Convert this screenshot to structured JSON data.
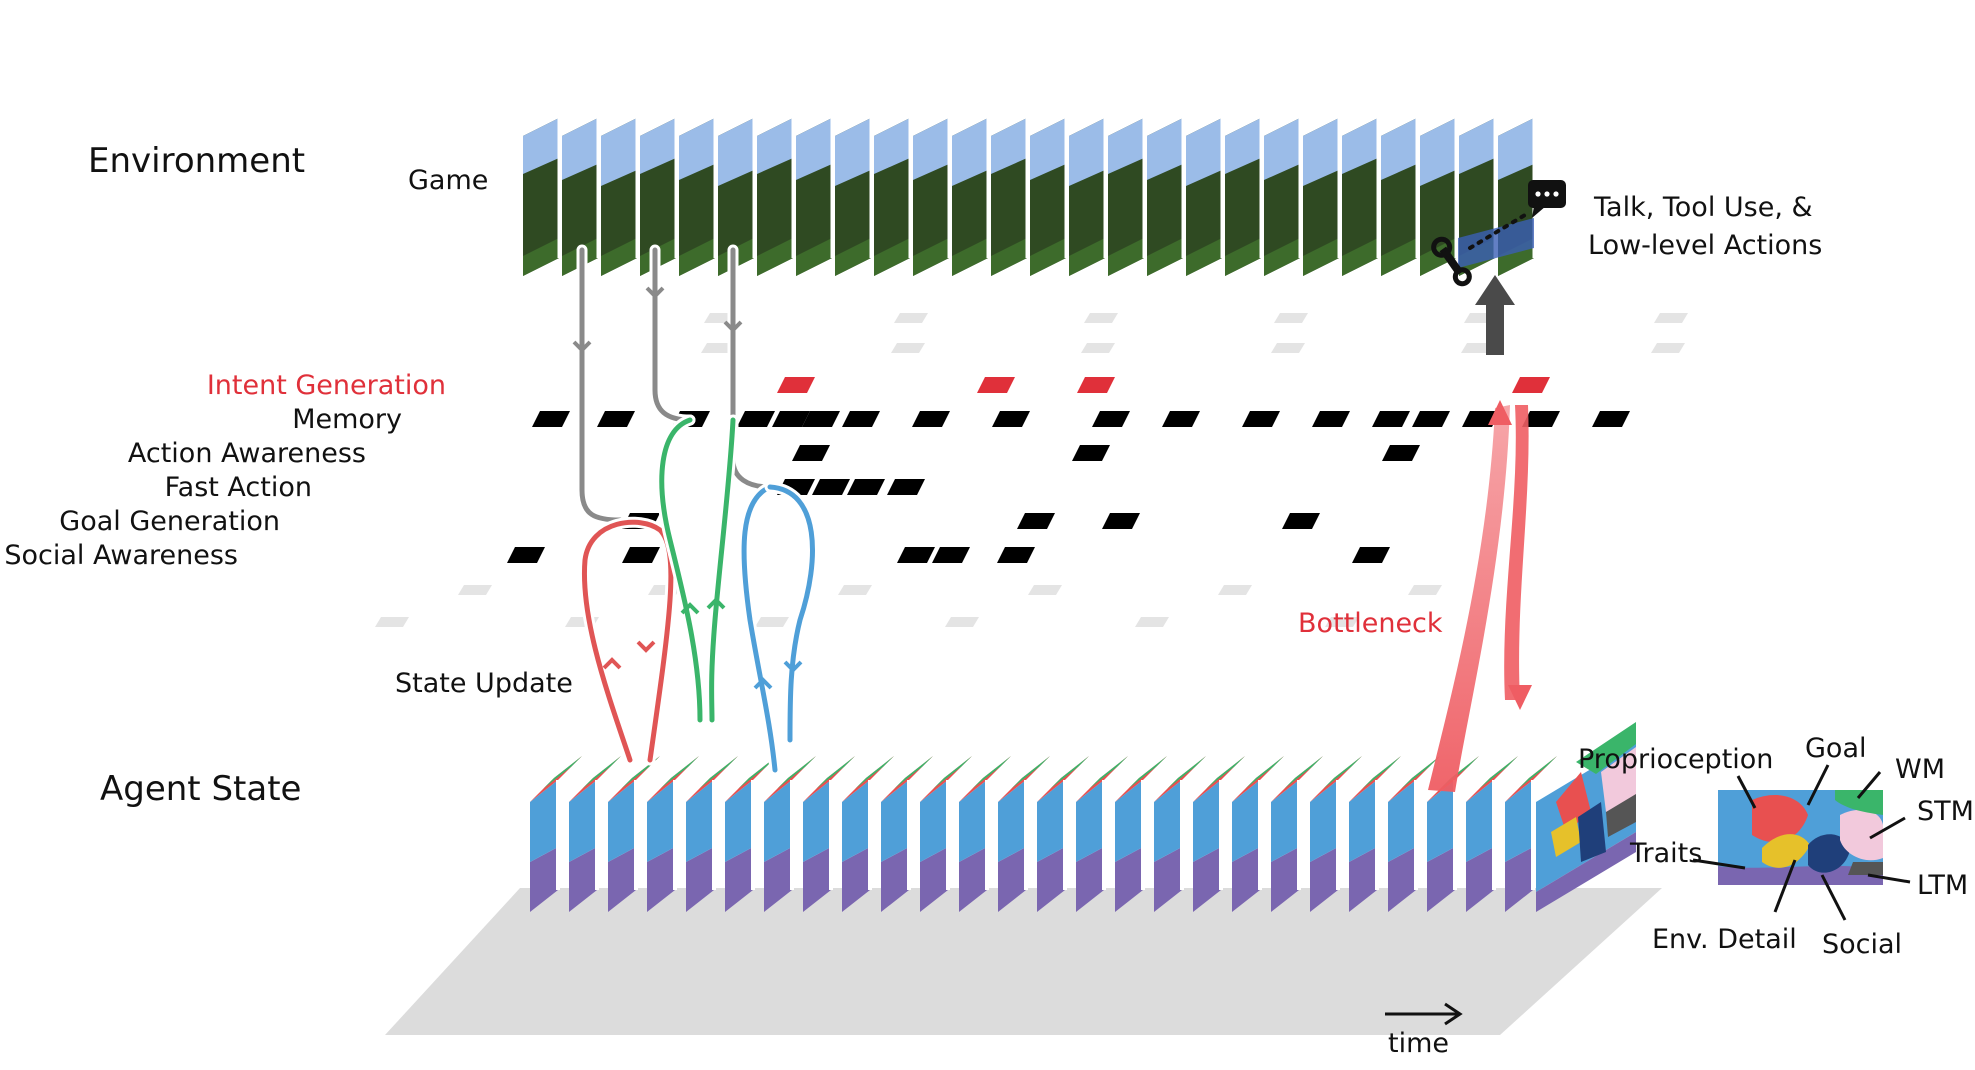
{
  "sections": {
    "environment": "Environment",
    "agent_state": "Agent State"
  },
  "labels": {
    "game": "Game",
    "state_update": "State Update",
    "bottleneck": "Bottleneck",
    "time": "time",
    "actions_line1": "Talk, Tool Use, &",
    "actions_line2": "Low-level Actions"
  },
  "processes": [
    {
      "label": "Intent Generation",
      "highlight": true
    },
    {
      "label": "Memory",
      "highlight": false
    },
    {
      "label": "Action Awareness",
      "highlight": false
    },
    {
      "label": "Fast Action",
      "highlight": false
    },
    {
      "label": "Goal Generation",
      "highlight": false
    },
    {
      "label": "Social Awareness",
      "highlight": false
    }
  ],
  "state_legend": {
    "items": [
      "Proprioception",
      "Goal",
      "WM",
      "STM",
      "Traits",
      "LTM",
      "Env. Detail",
      "Social"
    ]
  },
  "colors": {
    "highlight": "#e0303a",
    "track": "#000000",
    "faded_track": "#e6e6e6",
    "input_flow": "#8a8a8a",
    "flow_red": "#e05555",
    "flow_green": "#3ab56a",
    "flow_blue": "#4f9fd8",
    "bottleneck": "#ef5d63",
    "state_purple": "#7a66b0",
    "state_blue": "#4f9fd8",
    "state_red": "#e85050",
    "state_green": "#3ab56a",
    "state_yellow": "#e6c12a",
    "state_navy": "#1f3f7a",
    "state_pink": "#f2c9dc",
    "state_gray": "#555555",
    "floor": "#dcdcdc",
    "sky": "#9bbce8",
    "foliage": "#2f4a22"
  },
  "icons": [
    "wrench-icon",
    "speech-bubble-icon",
    "up-arrow-icon",
    "time-arrow-icon"
  ]
}
